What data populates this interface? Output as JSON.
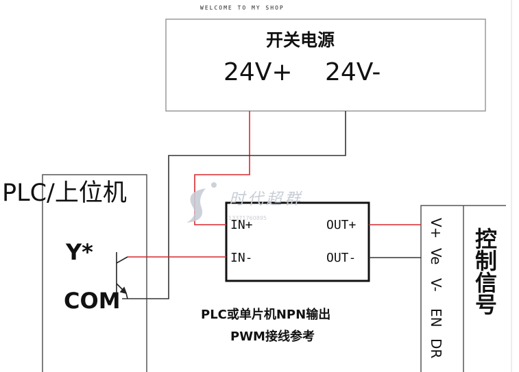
{
  "banner": "WELCOME TO MY SHOP",
  "power_supply": {
    "title": "开关电源",
    "pos_label": "24V+",
    "neg_label": "24V-"
  },
  "plc": {
    "title": "PLC/上位机",
    "output_label": "Y*",
    "common_label": "COM"
  },
  "module": {
    "in_pos": "IN+",
    "in_neg": "IN-",
    "out_pos": "OUT+",
    "out_neg": "OUT-"
  },
  "caption": {
    "line1": "PLC或单片机NPN输出",
    "line2": "PWM接线参考"
  },
  "control": {
    "title": "控制信号",
    "terminals": [
      "V+",
      "Ve",
      "V-",
      "EN",
      "DR"
    ]
  },
  "watermark": {
    "brand": "时代超群",
    "phone": "13371760895"
  },
  "colors": {
    "positive_wire": "#d9262c",
    "negative_wire": "#333333",
    "watermark": "#c8cdd6"
  }
}
